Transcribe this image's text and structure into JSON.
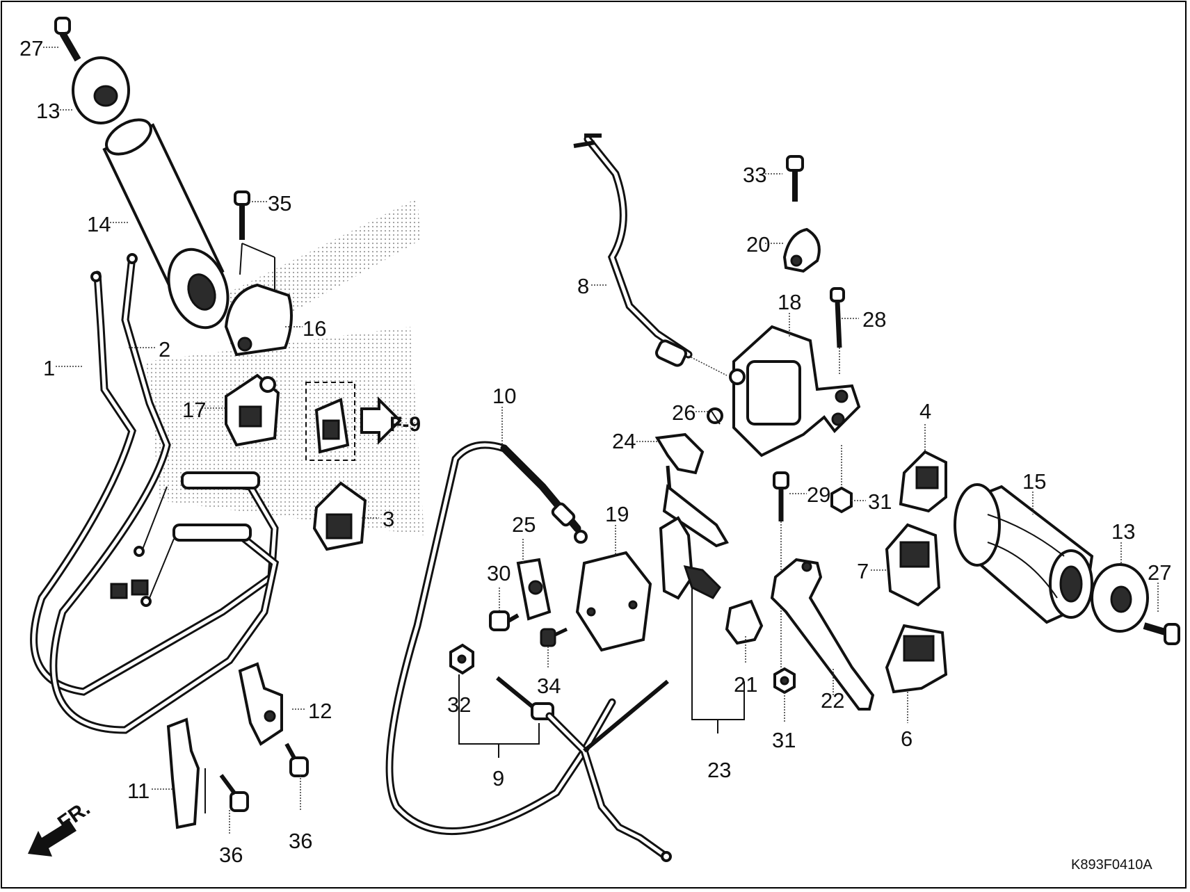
{
  "diagram": {
    "code": "K893F0410A",
    "front_indicator": "FR.",
    "reference": "F-9",
    "callouts": [
      "27",
      "13",
      "14",
      "35",
      "16",
      "2",
      "1",
      "17",
      "3",
      "10",
      "8",
      "33",
      "20",
      "18",
      "28",
      "26",
      "24",
      "4",
      "29",
      "31",
      "15",
      "13",
      "27",
      "7",
      "25",
      "19",
      "30",
      "34",
      "32",
      "21",
      "22",
      "6",
      "31",
      "12",
      "23",
      "9",
      "11",
      "36",
      "36"
    ]
  },
  "colors": {
    "line": "#111111",
    "background": "#ffffff",
    "shading": "#bfbfbf"
  }
}
